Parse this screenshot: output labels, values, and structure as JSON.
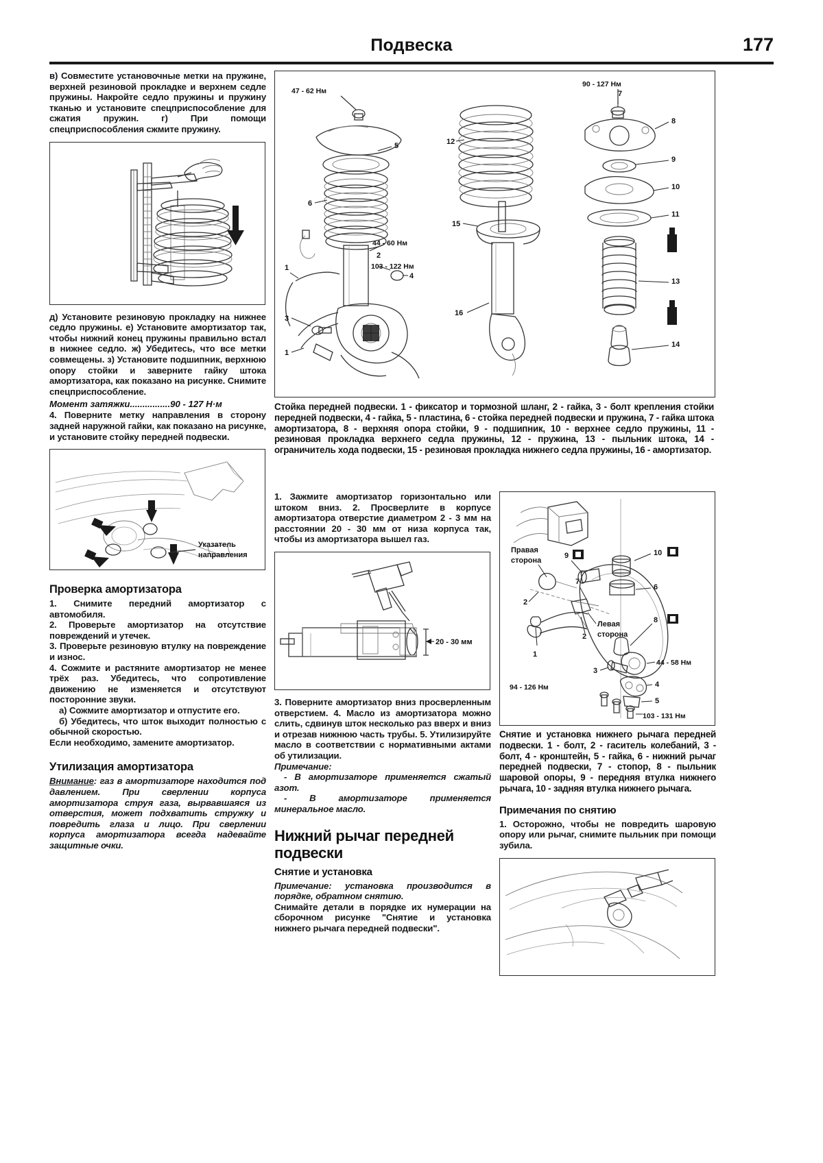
{
  "header": {
    "title": "Подвеска",
    "page_number": "177"
  },
  "left_column": {
    "para_v_g": "в) Совместите установочные метки на пружине, верхней резиновой прокладке и верхнем седле пружины. Накройте седло пружины и пружину тканью и установите спецприспособление для сжатия пружин. г) При помощи спецприспособления сжмите пружину.",
    "fig_spring_compressor": {
      "name": "spring-compressor-figure"
    },
    "para_d_z": "д) Установите резиновую прокладку на нижнее седло пружины. е) Установите амортизатор так, чтобы нижний конец пружины правильно встал в нижнее седло. ж) Убедитесь, что все метки совмещены. з) Установите подшипник, верхнюю опору стойки и заверните гайку штока амортизатора, как показано на рисунке. Снимите спецприспособление.",
    "torque_line_label": "Момент затяжки",
    "torque_line_dots": "................",
    "torque_line_value": "90 - 127 Н·м",
    "para_4": "4. Поверните метку направления в сторону задней наружной гайки, как показано на рисунке, и установите стойку передней подвески.",
    "fig_direction": {
      "name": "direction-mark-figure",
      "callout_line1": "Указатель",
      "callout_line2": "направления"
    },
    "heading_check": "Проверка амортизатора",
    "check_items": [
      "1. Снимите передний амортизатор с автомобиля.",
      "2. Проверьте амортизатор на отсутствие повреждений и утечек.",
      "3. Проверьте резиновую втулку на повреждение и износ.",
      "4. Сожмите и растяните амортизатор не менее трёх раз. Убедитесь, что сопротивление движению не изменяется и отсутствуют посторонние звуки."
    ],
    "check_subitems": [
      "а) Сожмите амортизатор и отпустите его.",
      "б) Убедитесь, что шток выходит полностью с обычной скоростью."
    ],
    "check_tail": "Если необходимо, замените амортизатор.",
    "heading_disposal": "Утилизация амортизатора",
    "disposal_warn_label": "Внимание",
    "disposal_warn_text": ": газ в амортизаторе находится под давлением. При сверлении корпуса амортизатора струя газа, вырвавшаяся из отверстия, может подхватить стружку и повредить глаза и лицо. При сверлении корпуса амортизатора всегда надевайте защитные очки."
  },
  "middle_column": {
    "fig_strut": {
      "name": "front-strut-exploded-figure",
      "torque_labels": [
        "47 - 62 Нм",
        "90 - 127 Нм",
        "44 - 60 Нм",
        "103 - 122 Нм"
      ],
      "item_numbers": [
        "1",
        "2",
        "3",
        "4",
        "5",
        "6",
        "7",
        "8",
        "9",
        "10",
        "11",
        "12",
        "13",
        "14",
        "15",
        "16"
      ]
    },
    "strut_caption": "Стойка передней подвески. 1 - фиксатор и тормозной шланг, 2 - гайка, 3 - болт крепления стойки передней подвески, 4 - гайка, 5 - пластина, 6 - стойка передней подвески и пружина, 7 - гайка штока амортизатора, 8 - верхняя опора стойки, 9 - подшипник, 10 - верхнее седло пружины, 11 - резиновая прокладка верхнего седла пружины, 12 - пружина, 13 - пыльник штока, 14 - ограничитель хода подвески, 15 - резиновая прокладка нижнего седла пружины, 16 - амортизатор.",
    "steps_1_2": "1. Зажмите амортизатор горизонтально или штоком вниз. 2. Просверлите в корпусе амортизатора отверстие диаметром 2 - 3 мм на расстоянии 20 - 30 мм от низа корпуса так, чтобы из амортизатора вышел газ.",
    "fig_drill": {
      "name": "drilling-figure",
      "dimension_label": "20 - 30 мм"
    },
    "steps_3_5": "3. Поверните амортизатор вниз просверленным отверстием. 4. Масло из амортизатора можно слить, сдвинув шток несколько раз вверх и вниз и отрезав нижнюю часть трубы. 5. Утилизируйте масло в соответствии с нормативными актами об утилизации.",
    "note_label": "Примечание:",
    "notes": [
      "- В амортизаторе применяется сжатый азот.",
      "- В амортизаторе применяется минеральное масло."
    ],
    "heading_lower_arm": "Нижний рычаг передней подвески",
    "heading_removal": "Снятие и установка",
    "removal_note_label": "Примечание",
    "removal_note_text": ": установка производится в порядке, обратном снятию.",
    "removal_body": "Снимайте детали в порядке их нумерации на сборочном рисунке \"Снятие и установка нижнего рычага передней подвески\"."
  },
  "right_column": {
    "fig_lower_arm": {
      "name": "lower-arm-exploded-figure",
      "side_right": "Правая сторона",
      "side_left": "Левая сторона",
      "torque_labels": [
        "94 - 126 Нм",
        "44 - 58 Нм",
        "103 - 131 Нм"
      ],
      "item_numbers": [
        "1",
        "2",
        "2",
        "3",
        "4",
        "5",
        "6",
        "7",
        "8",
        "9",
        "10"
      ],
      "grease_marks": [
        "8",
        "9",
        "10"
      ]
    },
    "lower_arm_caption": "Снятие и установка нижнего рычага передней подвески. 1 - болт, 2 - гаситель колебаний, 3 - болт, 4 - кронштейн, 5 - гайка, 6 - нижний рычаг передней подвески, 7 - стопор, 8 - пыльник шаровой опоры, 9 - передняя втулка нижнего рычага, 10 - задняя втулка нижнего рычага.",
    "heading_removal_notes": "Примечания по снятию",
    "removal_note_1": "1. Осторожно, чтобы не повредить шаровую опору или рычаг, снимите пыльник при помощи зубила.",
    "fig_boot_removal": {
      "name": "ball-joint-boot-removal-figure"
    }
  },
  "colors": {
    "ink": "#17181a",
    "rule": "#1a1a1a",
    "figure_border": "#2b2b2b"
  }
}
